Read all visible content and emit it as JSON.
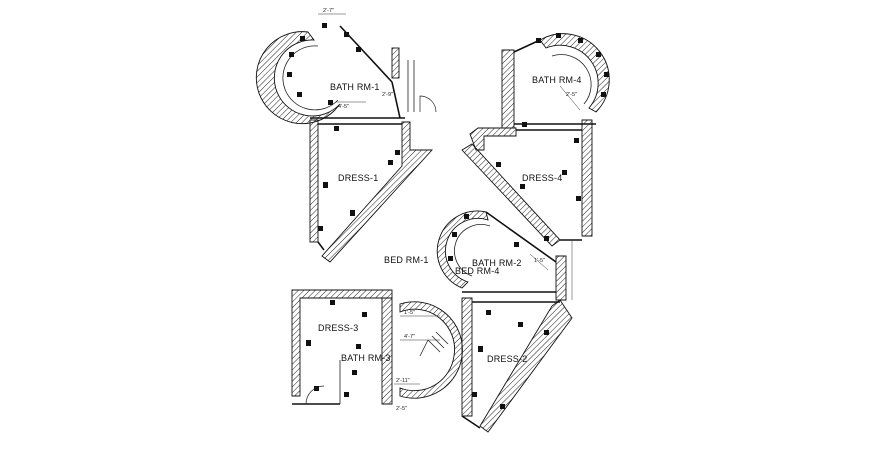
{
  "rooms": {
    "bath_rm_1": "BATH RM-1",
    "bath_rm_4": "BATH RM-4",
    "dress_1": "DRESS-1",
    "dress_4": "DRESS-4",
    "bed_rm_1": "BED RM-1",
    "bath_rm_2": "BATH RM-2",
    "bed_rm_4": "BED RM-4",
    "dress_3": "DRESS-3",
    "bath_rm_3": "BATH RM-3",
    "dress_2": "DRESS-2"
  },
  "dimensions": {
    "d1": "2'-7\"",
    "d2": "4'-5\"",
    "d3": "2'-5\"",
    "d4": "1'-5\"",
    "d5": "2'-9\"",
    "d6": "1'-5\"",
    "d7": "4'-7\"",
    "d8": "2'-11\"",
    "d9": "2'-5\""
  },
  "colors": {
    "line": "#111111",
    "background": "#ffffff"
  }
}
